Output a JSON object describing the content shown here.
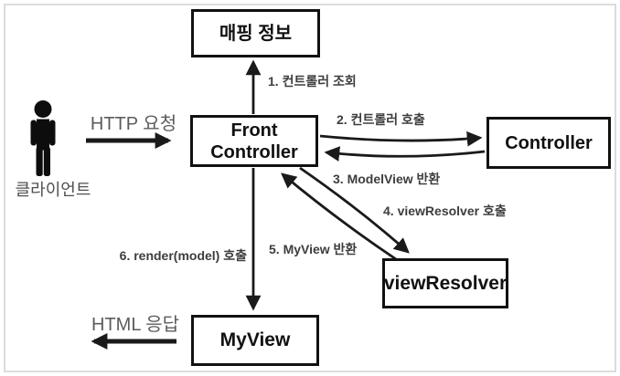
{
  "diagram": {
    "kind": "front-controller-pattern-flow",
    "nodes": {
      "mapping_info": {
        "label": "매핑 정보"
      },
      "front_controller": {
        "label": "Front\nController"
      },
      "controller": {
        "label": "Controller"
      },
      "view_resolver": {
        "label": "viewResolver"
      },
      "my_view": {
        "label": "MyView"
      }
    },
    "actor": {
      "label": "클라이언트"
    },
    "edges": {
      "http_request": {
        "label": "HTTP 요청"
      },
      "step1": {
        "label": "1. 컨트롤러 조회"
      },
      "step2": {
        "label": "2. 컨트롤러 호출"
      },
      "step3": {
        "label": "3. ModelView 반환"
      },
      "step4": {
        "label": "4. viewResolver 호출"
      },
      "step5": {
        "label": "5. MyView 반환"
      },
      "step6": {
        "label": "6. render(model) 호출"
      },
      "html_response": {
        "label": "HTML 응답"
      }
    },
    "colors": {
      "line": "#1a1a1a",
      "box_border": "#111111",
      "step_label_text": "#3d3d3d",
      "io_label_text": "#5c5c5c",
      "frame_border": "#dcdcdc",
      "background": "#ffffff"
    }
  }
}
